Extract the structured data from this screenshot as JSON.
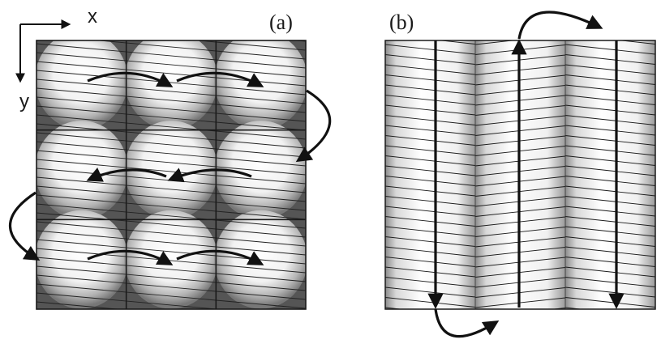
{
  "figure": {
    "axis_x_label": "x",
    "axis_y_label": "y",
    "panel_a_label": "(a)",
    "panel_b_label": "(b)"
  },
  "panel_a": {
    "grid_rows": 3,
    "grid_cols": 3,
    "colors": {
      "background": "#555555",
      "grid_line": "#1a1a1a",
      "stripe": "#222222"
    }
  },
  "panel_b": {
    "columns": 3,
    "colors": {
      "gradient_dark": "#8a8a8a",
      "gradient_light": "#ffffff",
      "line": "#1a1a1a"
    }
  }
}
